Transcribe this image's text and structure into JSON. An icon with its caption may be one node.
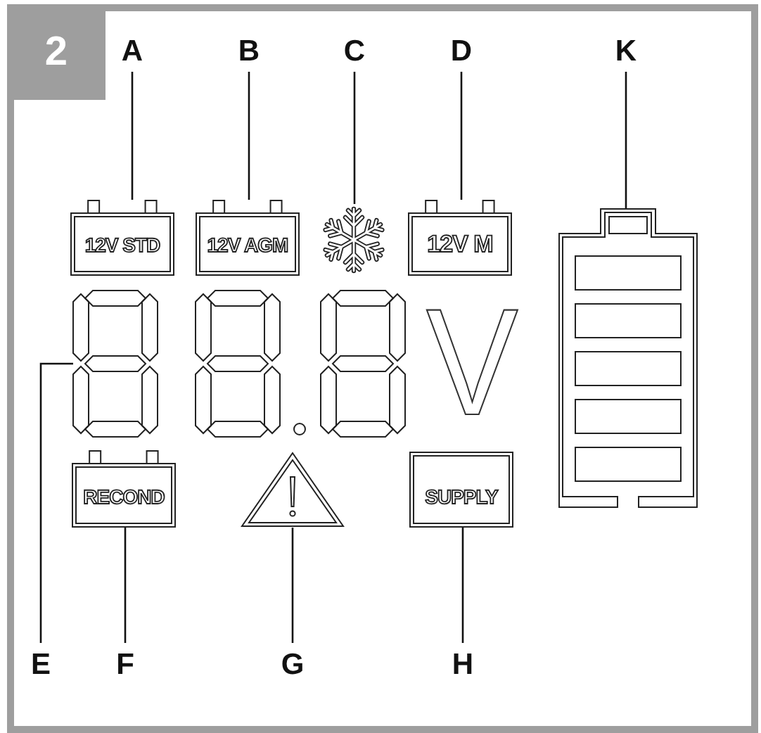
{
  "diagram": {
    "nodes": [
      {
        "text": [
          "A"
        ]
      },
      {
        "text": [
          "B"
        ]
      },
      {
        "text": [
          "C"
        ]
      },
      {
        "text": [
          "D"
        ]
      },
      {
        "text": [
          "K"
        ]
      },
      {
        "text": [
          "12V STD"
        ]
      },
      {
        "text": [
          "12V AGM"
        ]
      },
      {
        "text": [],
        "shape": "snowflake"
      },
      {
        "text": [
          "12V M"
        ]
      },
      {
        "text": [],
        "shape": "battery"
      },
      {
        "text": [],
        "shape": "digit"
      },
      {
        "text": [],
        "shape": "digit"
      },
      {
        "text": [],
        "shape": "digit"
      },
      {
        "text": [
          "RECOND"
        ]
      },
      {
        "text": [],
        "shape": "triangle"
      },
      {
        "text": [
          "SUPPLY"
        ]
      },
      {
        "text": [
          "E"
        ]
      },
      {
        "text": [
          "F"
        ]
      },
      {
        "text": [
          "G"
        ]
      },
      {
        "text": [
          "H"
        ]
      }
    ],
    "edges": [
      {
        "from": 0,
        "to": 5,
        "arrow": "none"
      },
      {
        "from": 1,
        "to": 6,
        "arrow": "none"
      },
      {
        "from": 2,
        "to": 7,
        "arrow": "none"
      },
      {
        "from": 3,
        "to": 8,
        "arrow": "none"
      },
      {
        "from": 4,
        "to": 9,
        "arrow": "none"
      },
      {
        "from": 16,
        "to": 10,
        "arrow": "none"
      },
      {
        "from": 17,
        "to": 13,
        "arrow": "none"
      },
      {
        "from": 18,
        "to": 14,
        "arrow": "none"
      },
      {
        "from": 19,
        "to": 15,
        "arrow": "none"
      }
    ],
    "labels": [
      "2",
      "V"
    ]
  }
}
